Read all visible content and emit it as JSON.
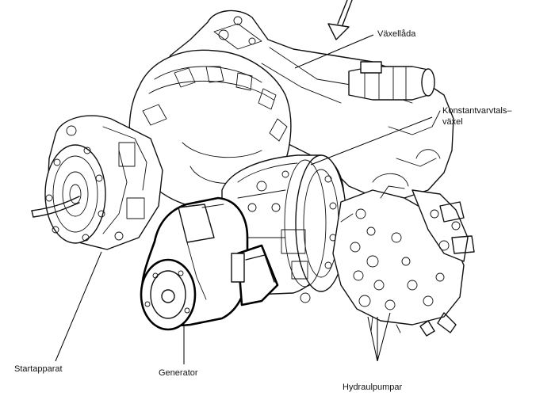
{
  "labels": {
    "gearbox": "Växellåda",
    "csd_line1": "Konstantvarvtals–",
    "csd_line2": "växel",
    "starter": "Startapparat",
    "generator": "Generator",
    "hydraulic_pumps": "Hydraulpumpar"
  }
}
